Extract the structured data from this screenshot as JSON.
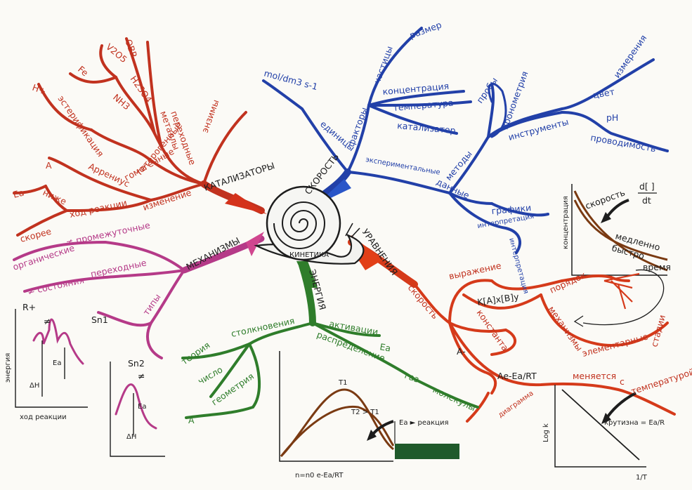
{
  "center": {
    "label": "КИНЕТИКА",
    "shell": "КИНЕТИКА"
  },
  "colors": {
    "red": "#c1321f",
    "blue": "#2240a8",
    "pink": "#b53a88",
    "green": "#2f7d2b",
    "ink": "#1d1d1d",
    "brown": "#7a3a12"
  },
  "red_branch": {
    "main": "КАТАЛИЗАТОРЫ",
    "enzymes": "энзимы",
    "heterogeneous": "гетерогенные",
    "homogeneous": "гомогенные",
    "changes": "изменение",
    "metals": "металлы",
    "transition": "переходные",
    "obr": "ОВР",
    "v2o5": "V2O5",
    "fe": "Fe",
    "h2so4": "H2SO4",
    "nh3": "NH3",
    "h_plus": "H+",
    "esterification": "эстерификация",
    "arrhenius": "Аррениус",
    "a": "A",
    "reaction_path": "ход реакции",
    "ea": "Ea",
    "lower": "ниже",
    "faster": "скорее"
  },
  "pink_branch": {
    "main": "МЕХАНИЗМЫ",
    "intermediate": "≠ промежуточные",
    "organic": "органические",
    "transitional": "переходные",
    "states": "≠ состояния",
    "types": "типы",
    "sn1": "Sn1",
    "sn2": "Sn2",
    "r_plus": "R+",
    "neq": "≠",
    "energy_axis": "энергия",
    "reaction_axis": "ход реакции",
    "ea": "Ea",
    "dh": "ΔH",
    "ea2": "Ea",
    "dh2": "ΔH",
    "neq2": "≠"
  },
  "blue_branch": {
    "main": "СКОРОСТЬ",
    "units": "единицы",
    "units_val": "mol/dm3 s-1",
    "factors": "факторы",
    "particles": "частицы",
    "size": "размер",
    "concentration": "концентрация",
    "temperature": "температура",
    "catalyst": "катализатор",
    "experimental": "экспериментальные",
    "methods": "методы",
    "samples": "пробы",
    "chronometry": "хронометрия",
    "instruments": "инструменты",
    "color": "цвет",
    "measurements": "измерения",
    "ph": "pH",
    "conductivity": "проводимость",
    "data": "данные",
    "graphs": "графики",
    "interpretation": "интерпретация",
    "interp2": "интерпретация"
  },
  "rate_chart": {
    "ylabel": "концентрация",
    "rate": "скорость",
    "dnum": "d[ ]",
    "dden": "dt",
    "slow": "медленно",
    "fast": "быстро"
  },
  "orange_branch": {
    "main": "УРАВНЕНИЯ",
    "rate": "скорость",
    "expression": "выражение",
    "rate_law": "K[A]x[B]y",
    "order": "порядок",
    "time": "время",
    "constant": "константа",
    "k": "A-",
    "mechanisms": "механизмы",
    "elementary": "элементарные",
    "stages": "стадии",
    "arrh": "Ae-Ea/RT",
    "changes": "меняется",
    "with": "с",
    "temperature": "температурой",
    "diagram": "диаграмма"
  },
  "log_chart": {
    "ylabel": "Log k",
    "slope": "крутизна = Ea/R",
    "xlabel": "1/T"
  },
  "green_branch": {
    "main": "ЭНЕРГИЯ",
    "activation": "активации",
    "ea": "Ea",
    "distribution": "распределение",
    "gas": "газ",
    "molecules": "молекулы",
    "collisions": "столкновения",
    "theory": "теория",
    "number": "число",
    "geometry": "геометрия",
    "a": "A"
  },
  "dist_chart": {
    "t1": "T1",
    "t2": "T2 > T1",
    "ea_reaction": "Ea ► реакция",
    "formula": "n=n0 e-Ea/RT"
  }
}
